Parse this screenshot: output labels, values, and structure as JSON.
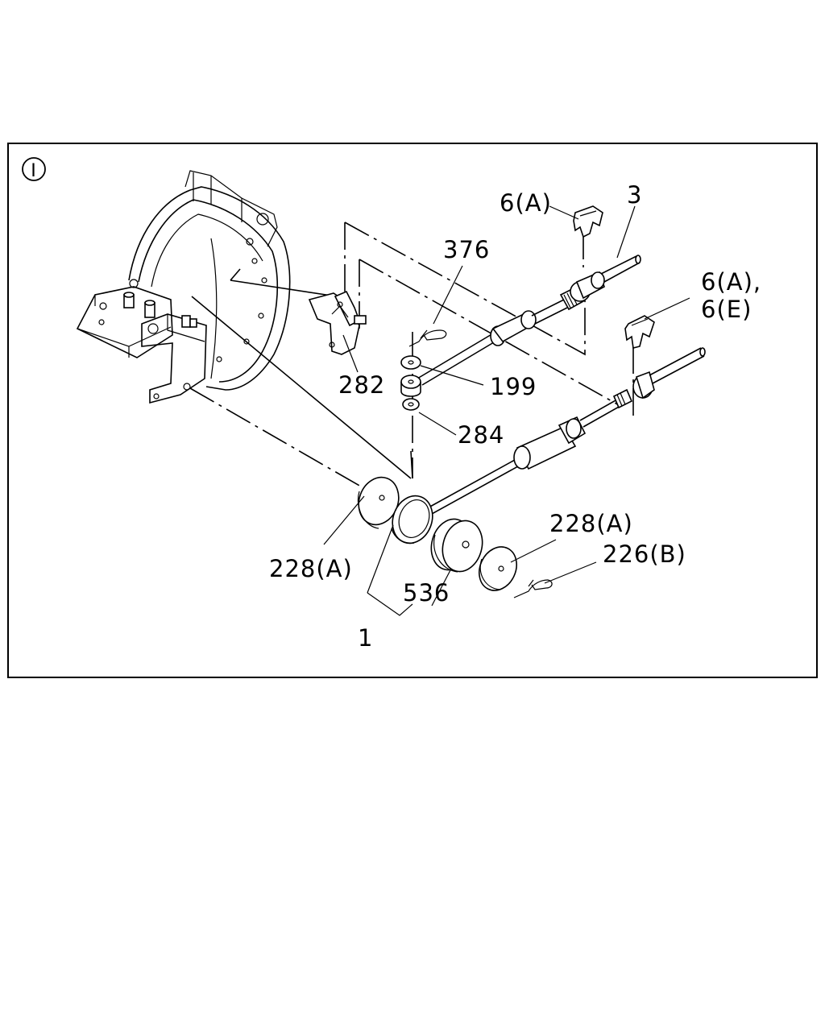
{
  "diagram": {
    "view_marker": "I",
    "labels": {
      "part_6a_top": "6(A)",
      "part_3": "3",
      "part_376": "376",
      "part_6a_right": "6(A),",
      "part_6e_right": "6(E)",
      "part_282": "282",
      "part_199": "199",
      "part_284": "284",
      "part_228a_right": "228(A)",
      "part_226b": "226(B)",
      "part_228a_left": "228(A)",
      "part_536": "536",
      "part_1": "1"
    }
  }
}
